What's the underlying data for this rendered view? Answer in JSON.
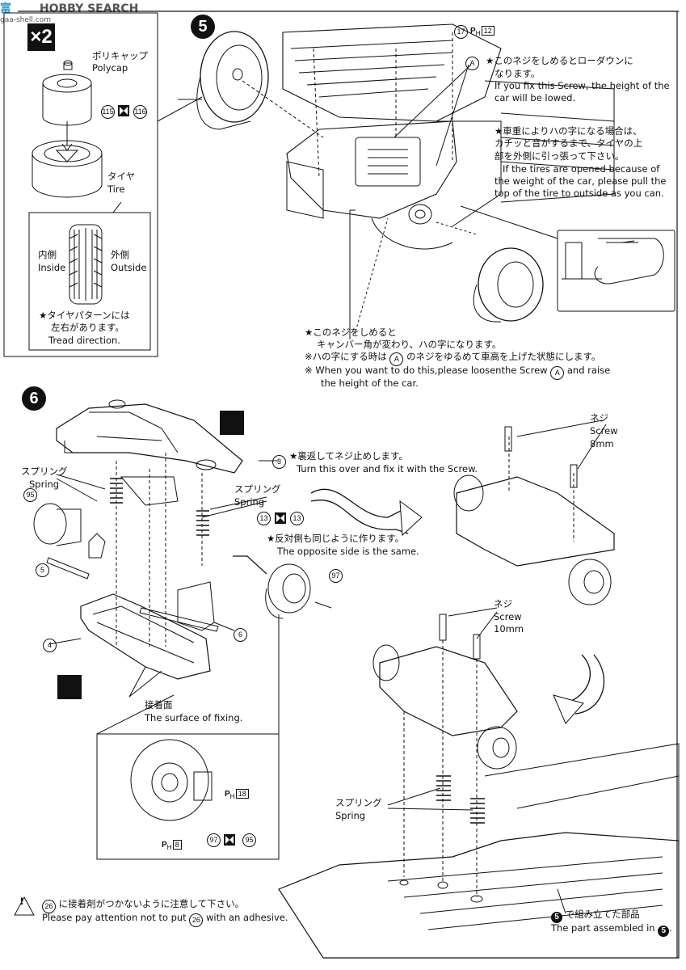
{
  "watermark": {
    "brand": "HOBBY SEARCH",
    "site": "gaa-shell.com",
    "logo_text": "富"
  },
  "step5": {
    "number": "5",
    "multiplier": "×2",
    "polycap_jp": "ポリキャップ",
    "polycap_en": "Polycap",
    "part_115": "115",
    "part_116": "116",
    "tire_jp": "タイヤ",
    "tire_en": "Tire",
    "inside_jp": "内側",
    "inside_en": "Inside",
    "outside_jp": "外側",
    "outside_en": "Outside",
    "tread_note_jp_1": "★タイヤパターンには",
    "tread_note_jp_2": "左右があります。",
    "tread_note_en": "Tread direction.",
    "part_17": "17",
    "page_ref_17": "12",
    "screw_a_label": "A",
    "lowdown_jp_1": "★このネジをしめるとローダウンに",
    "lowdown_jp_2": "なります。",
    "lowdown_en_1": "If you fix this Screw, the height of the",
    "lowdown_en_2": "car will be lowed.",
    "weight_jp_1": "★車重によりハの字になる場合は、",
    "weight_jp_2": "カチッと音がするまで、タイヤの上",
    "weight_jp_3": "部を外側に引っ張って下さい。",
    "weight_en_1": "If the tires are opened because of",
    "weight_en_2": "the weight of the car, please pull the",
    "weight_en_3": "top of the tire to outside as you can.",
    "camber_jp_1": "★このネジをしめると",
    "camber_jp_2": "キャンバー角が変わり、ハの字になります。",
    "camber_jp_3a": "※ハの字にする時は",
    "camber_jp_3b": "のネジをゆるめて車高を上げた状態にします。",
    "camber_en_1a": "※ When you want to do this,please loosenthe Screw",
    "camber_en_1b": "and raise",
    "camber_en_2": "the height of the car."
  },
  "step6": {
    "number": "6",
    "part_3": "3",
    "turn_jp": "★裏返してネジ止めします。",
    "turn_en": "Turn this over and fix it with the Screw.",
    "spring_jp": "スプリング",
    "spring_en": "Spring",
    "part_95": "95",
    "part_5": "5",
    "part_4": "4",
    "part_6": "6",
    "part_13": "13",
    "opposite_jp": "★反対側も同じように作ります。",
    "opposite_en": "The opposite side is the same.",
    "part_97": "97",
    "fixing_jp": "接着面",
    "fixing_en": "The surface of fixing.",
    "screw_jp": "ネジ",
    "screw_en": "Screw",
    "screw_8": "8mm",
    "screw_10": "10mm",
    "page_ref_18": "18",
    "page_ref_8": "8",
    "ph_label": "P",
    "ph_sub": "H"
  },
  "footer": {
    "part_26": "26",
    "caution_jp_b": "に接着剤がつかないように注意して下さい。",
    "caution_en_a": "Please pay attention not to put",
    "caution_en_b": "with an adhesive.",
    "assembled_jp": "で組み立てた部品",
    "assembled_en": "The part assembled in",
    "step_ref": "5",
    "period": "."
  }
}
